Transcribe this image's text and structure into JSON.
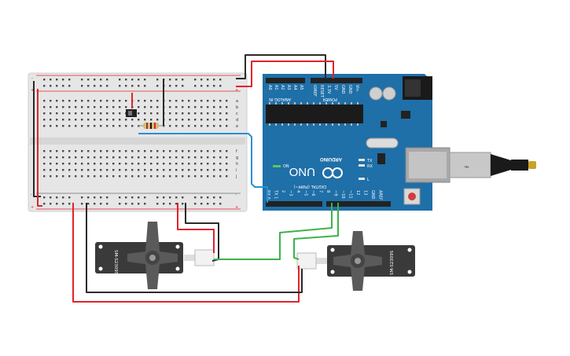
{
  "breadboard": {
    "rail_plus": "+",
    "rail_minus": "-",
    "row_letters_top": [
      "a",
      "b",
      "c",
      "d",
      "e"
    ],
    "row_letters_bottom": [
      "f",
      "g",
      "h",
      "i",
      "j"
    ]
  },
  "arduino": {
    "brand": "ARDUINO",
    "model": "UNO",
    "on_label": "ON",
    "tx_label": "TX",
    "rx_label": "RX",
    "l_label": "L",
    "power_label": "POWER",
    "analog_label": "ANALOG IN",
    "digital_label": "DIGITAL (PWM~)",
    "power_pins": [
      "IOREF",
      "RESET",
      "3.3V",
      "5V",
      "GND",
      "GND",
      "Vin"
    ],
    "analog_pins": [
      "A0",
      "A1",
      "A2",
      "A3",
      "A4",
      "A5"
    ],
    "digital_pins": [
      "AREF",
      "GND",
      "13",
      "12",
      "~11",
      "~10",
      "~9",
      "8",
      "7",
      "~6",
      "~5",
      "4",
      "~3",
      "2",
      "TX 1",
      "RX 0"
    ]
  },
  "servo_left": {
    "model": "SM-S2309S"
  },
  "servo_right": {
    "model": "SM-S2309S"
  },
  "colors": {
    "board": "#1f6fa8",
    "breadboard": "#e6e6e6",
    "wire_red": "#e0232a",
    "wire_black": "#2a2a2a",
    "wire_green": "#3bb34a",
    "wire_blue": "#2a8fd6",
    "servo_body": "#3a3a3a",
    "usb": "#aaaaaa"
  }
}
